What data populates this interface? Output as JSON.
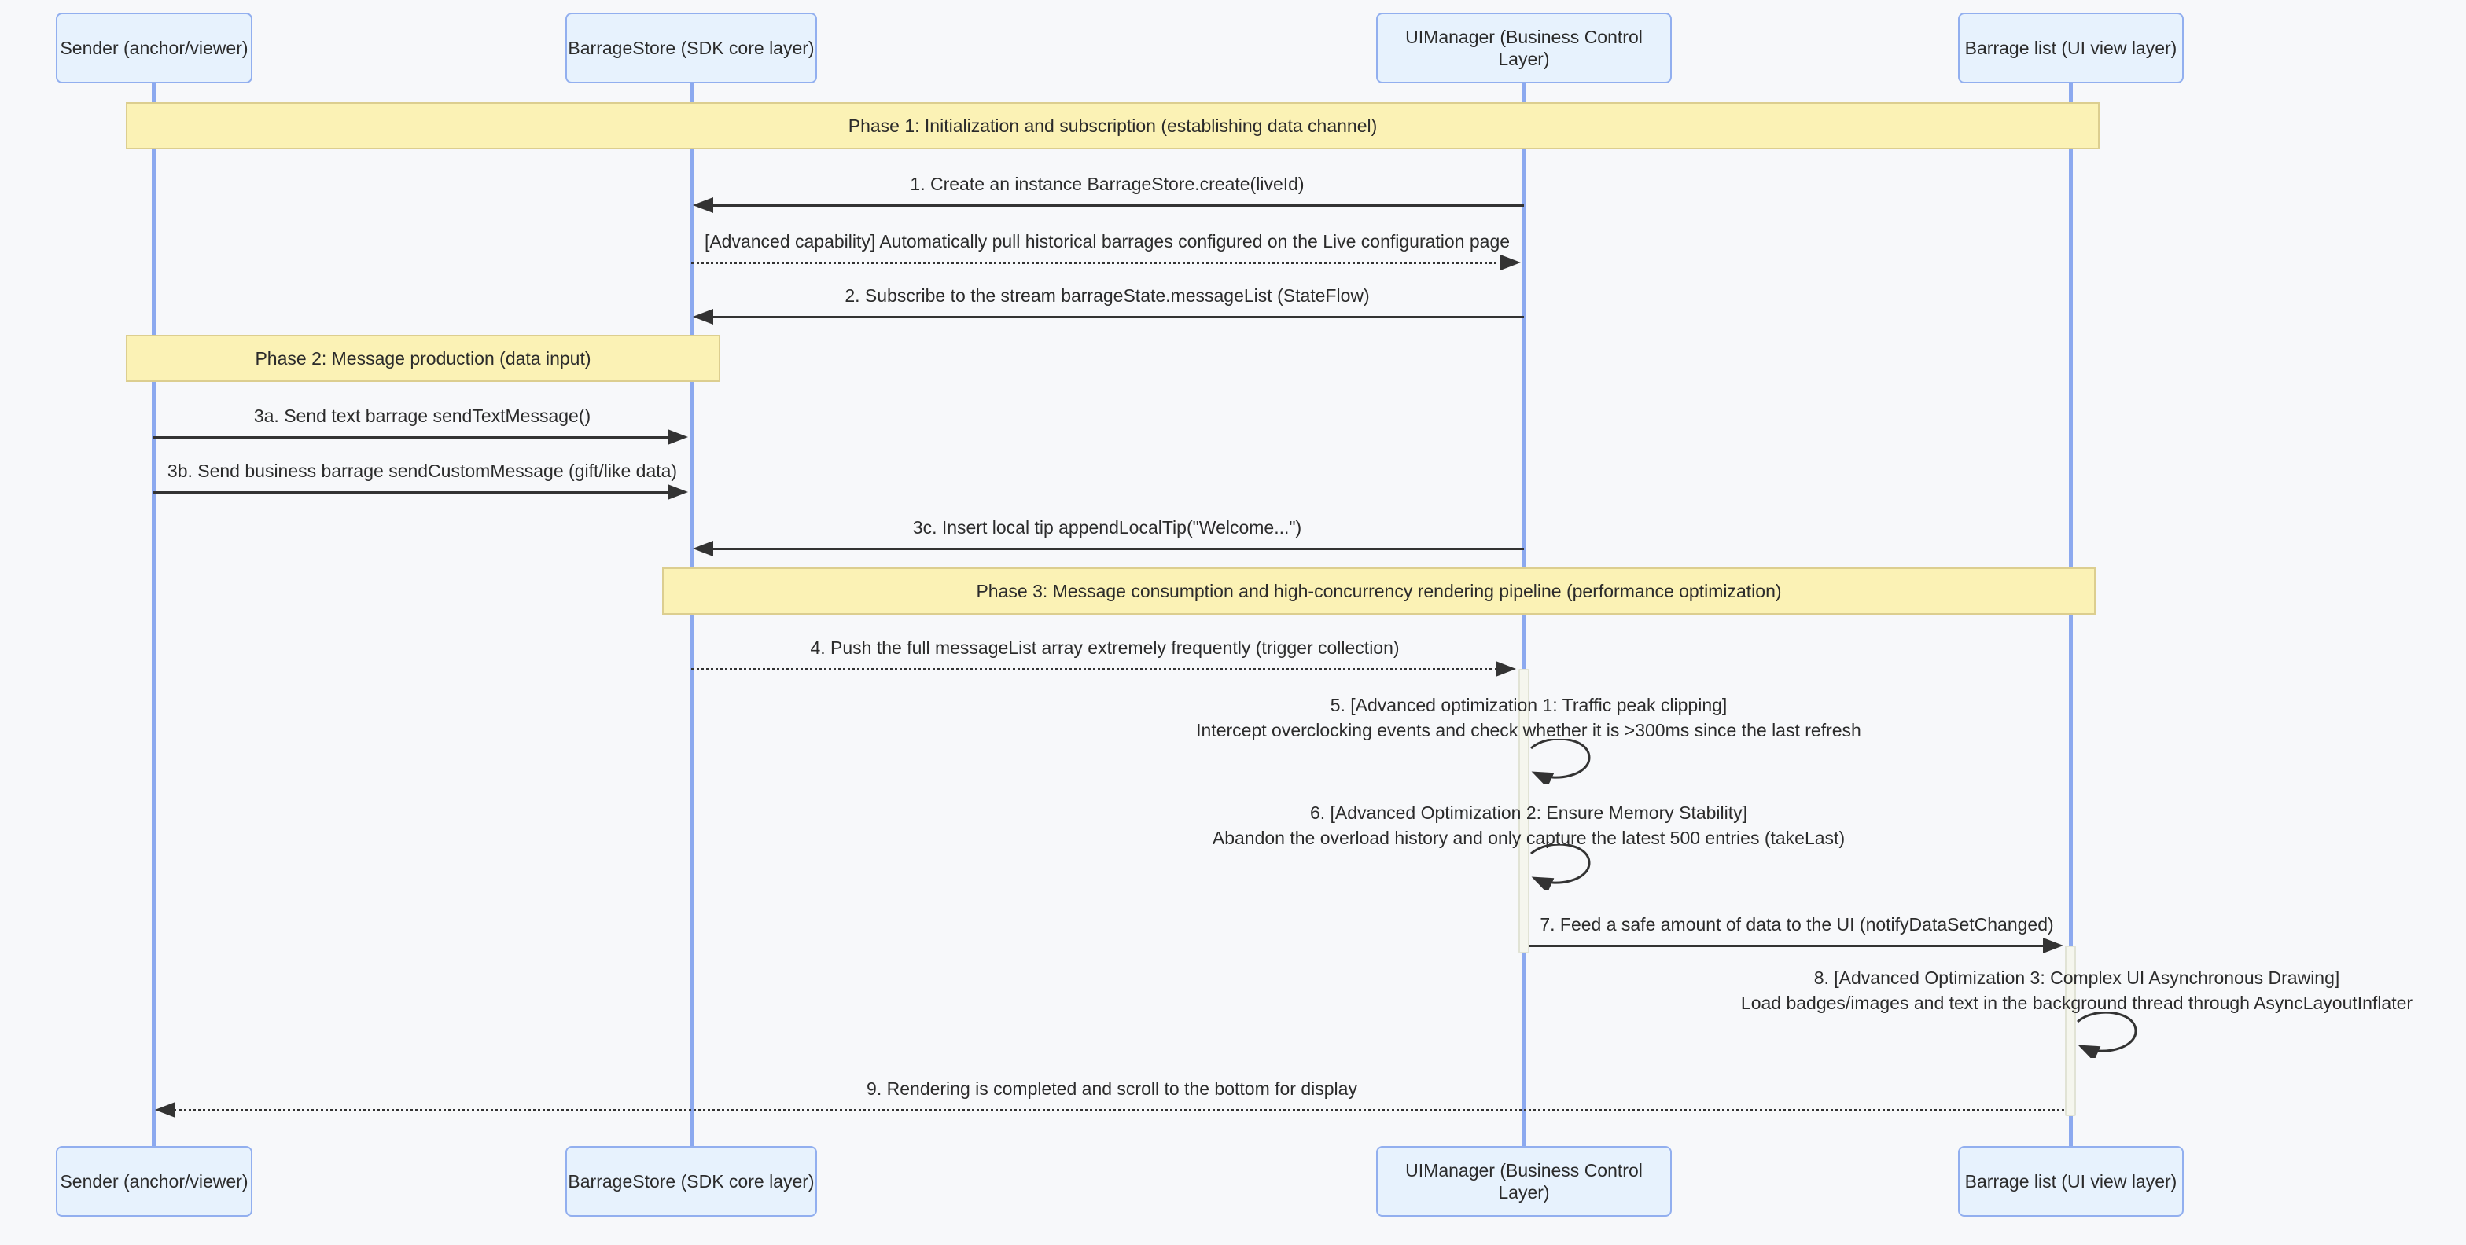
{
  "colors": {
    "background": "#F7F8FA",
    "lifeline": "#8CA9EF",
    "actor_fill": "#E7F2FD",
    "actor_border": "#92AFEF",
    "phase_fill": "#FBF2B5",
    "phase_border": "#DCCE8F",
    "activation_fill": "#F5F6EE",
    "arrow": "#333333",
    "text": "#2B2B2B"
  },
  "participants": [
    {
      "id": "sender",
      "label": "Sender (anchor/viewer)"
    },
    {
      "id": "store",
      "label": "BarrageStore (SDK core layer)"
    },
    {
      "id": "ui",
      "label": "UIManager (Business Control Layer)"
    },
    {
      "id": "list",
      "label": "Barrage list (UI view layer)"
    }
  ],
  "phases": [
    {
      "label": "Phase 1: Initialization and subscription (establishing data channel)"
    },
    {
      "label": "Phase 2: Message production (data input)"
    },
    {
      "label": "Phase 3: Message consumption and high-concurrency rendering pipeline (performance optimization)"
    }
  ],
  "messages": [
    {
      "text": "1. Create an instance BarrageStore.create(liveId)"
    },
    {
      "text": "[Advanced capability] Automatically pull historical barrages configured on the Live configuration page"
    },
    {
      "text": "2. Subscribe to the stream barrageState.messageList (StateFlow)"
    },
    {
      "text": "3a. Send text barrage sendTextMessage()"
    },
    {
      "text": "3b. Send business barrage sendCustomMessage (gift/like data)"
    },
    {
      "text": "3c. Insert local tip appendLocalTip(\"Welcome...\")"
    },
    {
      "text": "4. Push the full messageList array extremely frequently (trigger collection)"
    },
    {
      "line1": "5. [Advanced optimization 1: Traffic peak clipping]",
      "line2": "Intercept overclocking events and check whether it is >300ms since the last refresh"
    },
    {
      "line1": "6. [Advanced Optimization 2: Ensure Memory Stability]",
      "line2": "Abandon the overload history and only capture the latest 500 entries (takeLast)"
    },
    {
      "text": "7. Feed a safe amount of data to the UI (notifyDataSetChanged)"
    },
    {
      "line1": "8. [Advanced Optimization 3: Complex UI Asynchronous Drawing]",
      "line2": "Load badges/images and text in the background thread through AsyncLayoutInflater"
    },
    {
      "text": "9. Rendering is completed and scroll to the bottom for display"
    }
  ]
}
